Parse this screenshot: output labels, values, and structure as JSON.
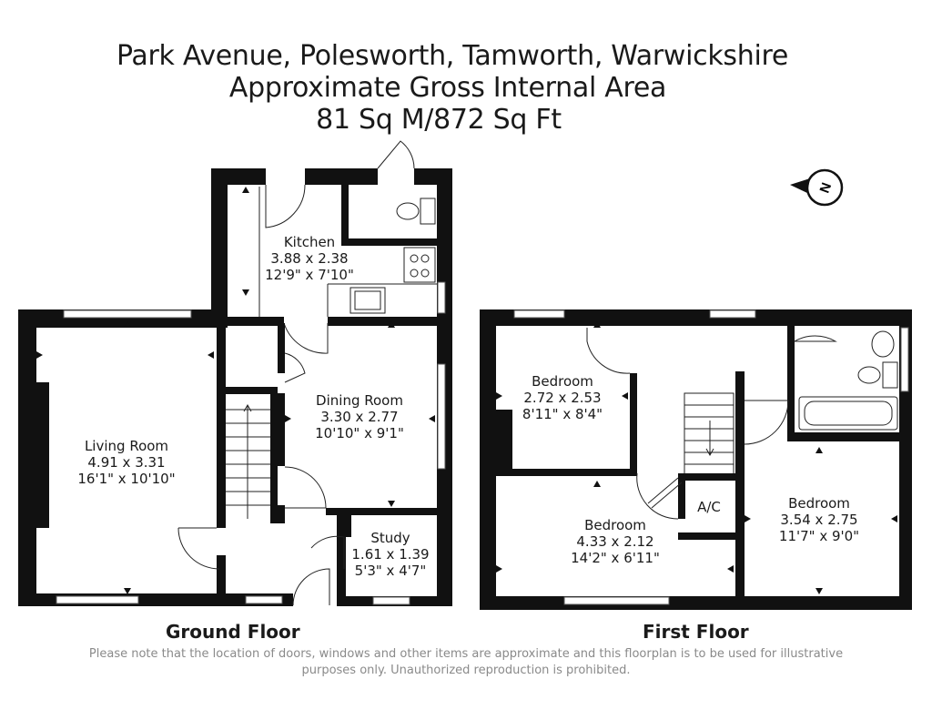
{
  "header": {
    "line1": "Park Avenue, Polesworth, Tamworth, Warwickshire",
    "line2": "Approximate Gross Internal Area",
    "line3": "81 Sq M/872 Sq Ft"
  },
  "rooms": {
    "kitchen": [
      "Kitchen",
      "3.88 x 2.38",
      "12'9\" x 7'10\""
    ],
    "dining": [
      "Dining Room",
      "3.30 x 2.77",
      "10'10\" x 9'1\""
    ],
    "living": [
      "Living Room",
      "4.91 x 3.31",
      "16'1\" x 10'10\""
    ],
    "study": [
      "Study",
      "1.61 x 1.39",
      "5'3\" x 4'7\""
    ],
    "bed1": [
      "Bedroom",
      "2.72 x 2.53",
      "8'11\" x 8'4\""
    ],
    "bed2": [
      "Bedroom",
      "4.33 x 2.12",
      "14'2\" x 6'11\""
    ],
    "bed3": [
      "Bedroom",
      "3.54 x 2.75",
      "11'7\" x 9'0\""
    ],
    "ac": "A/C"
  },
  "compass": {
    "letter": "N"
  },
  "floors": {
    "ground": "Ground Floor",
    "first": "First Floor"
  },
  "footnote": "Please note that the location of doors, windows and other items are approximate and this floorplan is to be used for illustrative purposes only. Unauthorized reproduction is prohibited."
}
